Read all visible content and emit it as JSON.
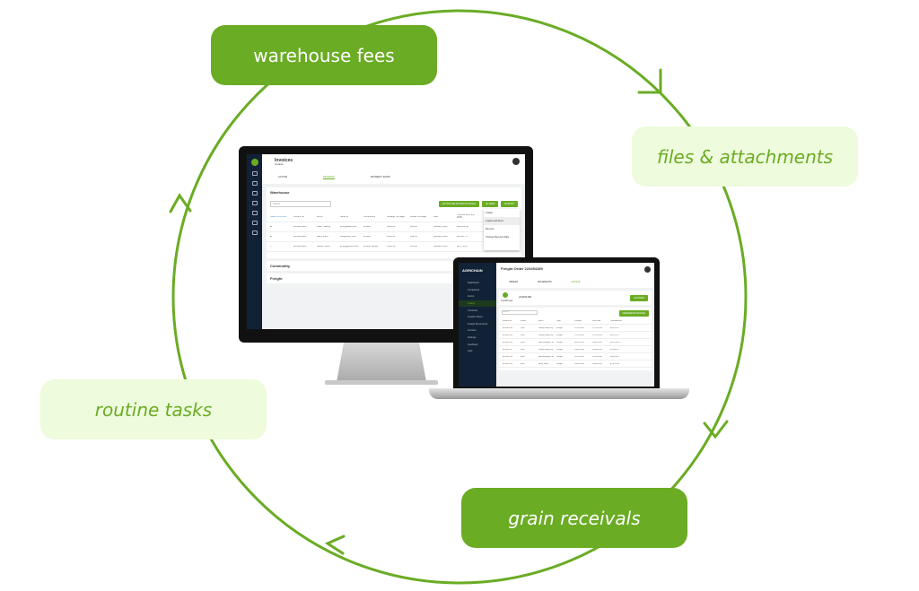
{
  "cycle_labels": {
    "warehouse_fees": "warehouse fees",
    "files": "files & attachments",
    "routine": "routine tasks",
    "grain": "grain receivals"
  },
  "colors": {
    "accent": "#6aac24",
    "light": "#eefbdc",
    "nav": "#122236"
  },
  "monitor": {
    "title": "Invoices",
    "subtitle": "Invoices",
    "tabs": [
      "ACTIVE",
      "PENDING",
      "PAYMENT RUNS"
    ],
    "sections": [
      "Warehouse",
      "Commodity",
      "Freight"
    ],
    "search_placeholder": "Search",
    "buttons": {
      "action": "ACTION SELECTED INVOICES",
      "filters": "FILTERS",
      "export": "EXPORT"
    },
    "menu": [
      "Create",
      "Create and Send",
      "Remove",
      "Change Payment Date"
    ],
    "columns": [
      "Select All Rows",
      "Invoice no",
      "Bill to",
      "Send to",
      "Commodity",
      "Storage Tonnage",
      "Actual Tonnage",
      "Due",
      "Total Amount (inc GST)",
      "Action"
    ],
    "rows": [
      [
        "WH1000486",
        "Allan Trading",
        "john@allan.com",
        "Wheat",
        "8600.00",
        "420.00",
        "January 2022",
        "$14,920.42"
      ],
      [
        "WH1000486",
        "Barry Farm",
        "low@barry.com",
        "Wheat",
        "1286.20",
        "192.00",
        "January 2022",
        "$3,450.74"
      ],
      [
        "WH1000486",
        "Gibson Farm",
        "john@gibson.com",
        "Wheat, Barley",
        "3590.12",
        "236.00",
        "January 2022",
        "$8,774.00"
      ]
    ]
  },
  "laptop": {
    "brand": "AGRICHAIN",
    "title": "Freight Order 223454189",
    "tabs": [
      "ORDERS",
      "MOVEMENTS",
      "INVOICE"
    ],
    "status": "Confirmed",
    "order_no": "223454189",
    "actions": "ACTIONS",
    "generate": "GENERATE INVOICE",
    "search_placeholder": "Search",
    "nav": [
      "Dashboard",
      "Companies",
      "Farms",
      "Orders",
      "Contracts",
      "Freight Orders",
      "Freight Movements",
      "Invoices",
      "Settings",
      "Feedback",
      "Help"
    ],
    "columns": [
      "Invoice no",
      "Status",
      "Bill to",
      "Type",
      "Created",
      "Due Date",
      "Total Amount"
    ],
    "rows": [
      [
        "INV001234",
        "Paid",
        "Valley Group Pty Ltd",
        "Freight",
        "17/11/2019",
        "17/12/2019",
        "$8,201.37"
      ],
      [
        "INV001235",
        "Paid",
        "Valley Group Pty Ltd",
        "Freight",
        "17/11/2019",
        "17/12/2019",
        "$8,201.37"
      ],
      [
        "INV001236",
        "Sent",
        "Bott Holdings Ltd",
        "Freight",
        "06/12/2019",
        "13/01/2020",
        "$13,788.22"
      ],
      [
        "INV001237",
        "Sent",
        "Valley Group Pty Ltd",
        "Freight",
        "20/02/2020",
        "20/03/2020",
        "$2,884.16"
      ],
      [
        "INV001238",
        "Sent",
        "Bott Holdings Ltd",
        "Freight",
        "21/02/2020",
        "21/03/2020",
        "$9,003.67"
      ],
      [
        "INV001239",
        "Sent",
        "Barry Farm",
        "Freight",
        "24/02/2020",
        "24/03/2020",
        "$7,820.03"
      ]
    ]
  }
}
